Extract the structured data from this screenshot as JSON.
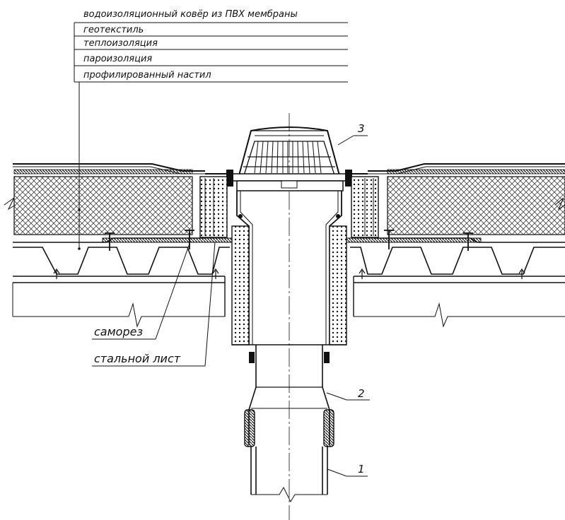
{
  "legend": {
    "layers": [
      "водоизоляционный ковёр из ПВХ мембраны",
      "геотекстиль",
      "теплоизоляция",
      "пароизоляция",
      "профилированный настил"
    ]
  },
  "callouts": {
    "screw": "саморез",
    "steel_sheet": "стальной лист",
    "part_1": "1",
    "part_2": "2",
    "part_3": "3"
  }
}
